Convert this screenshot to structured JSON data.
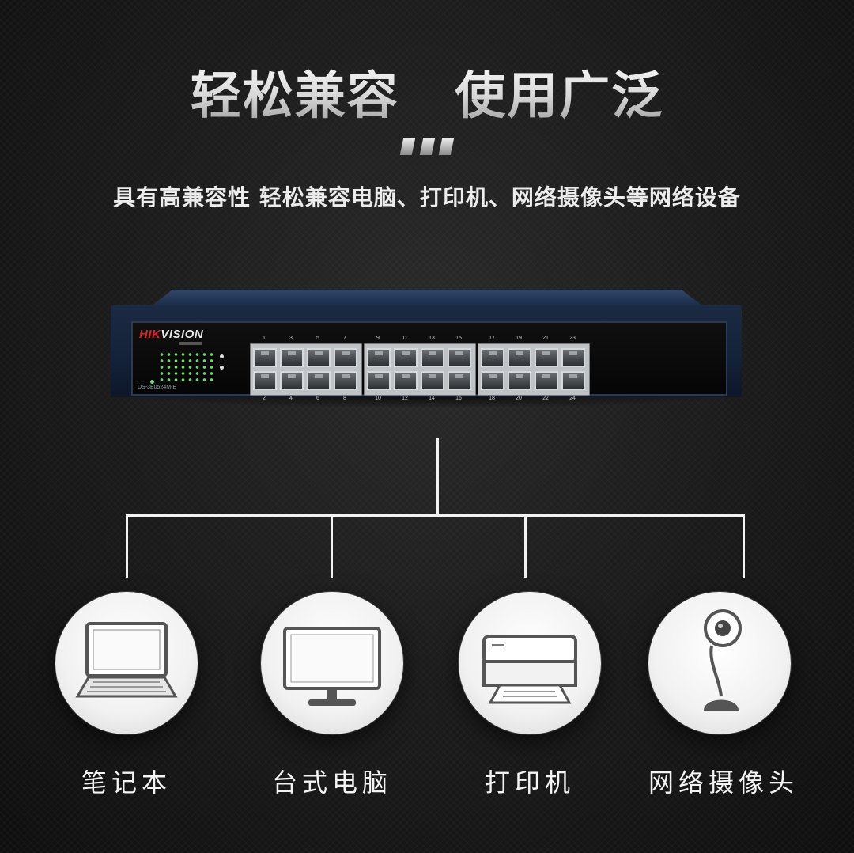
{
  "headline": {
    "part1": "轻松兼容",
    "part2": "使用广泛"
  },
  "subtitle": "具有高兼容性 轻松兼容电脑、打印机、网络摄像头等网络设备",
  "switch": {
    "brand_hik": "HIK",
    "brand_vision": "VISION",
    "model": "DS-3E0524M-E",
    "port_numbers_top": [
      "1",
      "3",
      "5",
      "7",
      "9",
      "11",
      "13",
      "15",
      "17",
      "19",
      "21",
      "23"
    ],
    "port_numbers_bottom": [
      "2",
      "4",
      "6",
      "8",
      "10",
      "12",
      "14",
      "16",
      "18",
      "20",
      "22",
      "24"
    ]
  },
  "devices": [
    {
      "name": "laptop",
      "icon": "laptop-icon",
      "label": "笔记本"
    },
    {
      "name": "desktop",
      "icon": "monitor-icon",
      "label": "台式电脑"
    },
    {
      "name": "printer",
      "icon": "printer-icon",
      "label": "打印机"
    },
    {
      "name": "webcam",
      "icon": "webcam-icon",
      "label": "网络摄像头"
    }
  ],
  "colors": {
    "background": "#1c1c1c",
    "brand_red": "#e02020",
    "led_green": "#6fdc6f",
    "line": "#f2f2f2"
  }
}
